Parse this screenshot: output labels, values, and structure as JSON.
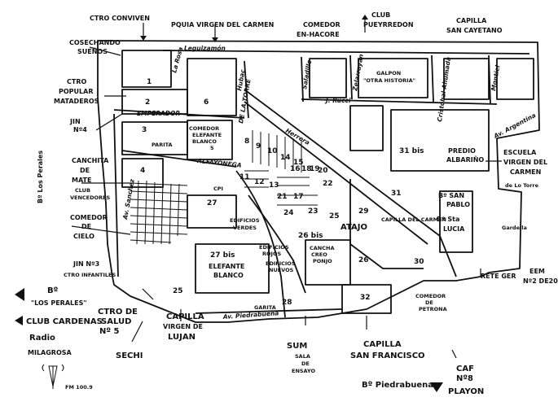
{
  "labels": {
    "ctro_conviven": "CTRO CONVIVEN",
    "pquia_virgen_carmen": "PQUIA VIRGEN DEL CARMEN",
    "comedor_en_hacore_1": "COMEDOR",
    "comedor_en_hacore_2": "EN-HACORE",
    "club_pueyrredon_1": "CLUB",
    "club_pueyrredon_2": "PUEYRREDON",
    "capilla_san_cayetano_1": "CAPILLA",
    "capilla_san_cayetano_2": "SAN CAYETANO",
    "cosechando_1": "COSECHANDO",
    "cosechando_2": "SUEÑOS",
    "ctro_popular_1": "CTRO",
    "ctro_popular_2": "POPULAR",
    "ctro_popular_3": "MATADEROS",
    "jin4_1": "JIN",
    "jin4_2": "Nº4",
    "galpon_1": "GALPON",
    "galpon_2": "\"OTRA HISTORIA\"",
    "comedor_elefante_1": "COMEDOR",
    "comedor_elefante_2": "ELEFANTE",
    "comedor_elefante_3": "BLANCO",
    "comedor_elefante_4": "5",
    "canchita_1": "CANCHITA",
    "canchita_2": "DE",
    "canchita_3": "MATE",
    "club_vencedores_1": "CLUB",
    "club_vencedores_2": "VENCEDORES",
    "predio_albarino_1": "PREDIO",
    "predio_albarino_2": "ALBARIÑO",
    "escuela_1": "ESCUELA",
    "escuela_2": "VIRGEN DEL",
    "escuela_3": "CARMEN",
    "escuela_4": "de Lo Torre",
    "comedor_cielo_1": "COMEDOR",
    "comedor_cielo_2": "DE",
    "comedor_cielo_3": "CIELO",
    "cpi": "CPI",
    "edificios_verdes_1": "EDIFICIOS",
    "edificios_verdes_2": "VERDES",
    "bo_san_pablo_1": "Bº SAN",
    "bo_san_pablo_2": "PABLO",
    "bo_sta_lucia_1": "Bº Sta",
    "bo_sta_lucia_2": "LUCIA",
    "cancha_creo": "CANCHA",
    "cancha_creo_2": "CREO",
    "cancha_creo_3": "PONJO",
    "capilla_del_carmen": "CAPILLA DEL CARMEN",
    "atajo": "ATAJO",
    "rete_ger": "RETE GER",
    "eem_1": "EEM",
    "eem_2": "Nº2 DE20",
    "jin3_1": "JIN Nº3",
    "jin3_2": "CTRO INFANTILES",
    "bo_los_perales_1": "Bº",
    "bo_los_perales_2": "\"LOS PERALES\"",
    "club_cardenas": "CLUB CARDENAS",
    "radio_1": "Radio",
    "radio_2": "MILAGROSA",
    "radio_3": "FM 100.9",
    "ctro_salud_1": "CTRO DE",
    "ctro_salud_2": "SALUD",
    "ctro_salud_3": "Nº 5",
    "sechi": "SECHI",
    "capilla_lujan_1": "CAPILLA",
    "capilla_lujan_2": "VIRGEN DE",
    "capilla_lujan_3": "LUJAN",
    "elefante_blanco_1": "ELEFANTE",
    "elefante_blanco_2": "BLANCO",
    "edificios_rojos_1": "EDIFICIOS",
    "edificios_rojos_2": "ROJOS",
    "edificios_nuevos_1": "EDIFICIOS",
    "edificios_nuevos_2": "NUEVOS",
    "sum_1": "SUM",
    "sum_2": "SALA",
    "sum_3": "DE",
    "sum_4": "ENSAYO",
    "capilla_san_francisco_1": "CAPILLA",
    "capilla_san_francisco_2": "SAN FRANCISCO",
    "comedor_petrona_1": "COMEDOR",
    "comedor_petrona_2": "DE",
    "comedor_petrona_3": "PETRONA",
    "caf_1": "CAF",
    "caf_2": "Nº8",
    "bo_piedrabuena_1": "Bº Piedrabuena",
    "bo_piedrabuena_2": "PLAYON",
    "bo_los_perales_vertical": "Bº Los Perales",
    "gardella": "Gardella",
    "garita": "GARITA"
  },
  "streets": {
    "leguizamon": "Leguizamón",
    "emperador": "EMPERADOR",
    "rucci": "J. Rucci",
    "av_argentina": "Av. Argentina",
    "av_pbro_sanchez": "Av. Sanchez",
    "av_piedrabuena": "Av. Piedrabuena",
    "alfa_yonega": "ALFAYONEGA",
    "la_rosa": "La Rosa",
    "saladillo": "Saladillo",
    "zelarrayan": "Zelarrayan",
    "hubac": "Hubac",
    "de_la_torre": "DE LA TORRE",
    "cristobal_ahumada": "Cristobal Ahumada",
    "montiel": "Montiel",
    "herrera": "Herrera"
  },
  "blocks": {
    "b1": "1",
    "b2": "2",
    "b3": "3",
    "b4": "4",
    "b6": "6",
    "b8": "8",
    "b9": "9",
    "b10": "10",
    "b11": "11",
    "b12": "12",
    "b13": "13",
    "b14": "14",
    "b15": "15",
    "b16": "16",
    "b17": "17",
    "b18": "18",
    "b19": "19",
    "b20": "20",
    "b21": "21",
    "b22": "22",
    "b23": "23",
    "b24": "24",
    "b25": "25",
    "b26": "26",
    "b26bis": "26 bis",
    "b27": "27",
    "b27bis": "27 bis",
    "b28": "28",
    "b29": "29",
    "b30": "30",
    "b31": "31",
    "b31bis": "31 bis",
    "b32": "32",
    "b25b": "25",
    "parita": "PARITA"
  }
}
